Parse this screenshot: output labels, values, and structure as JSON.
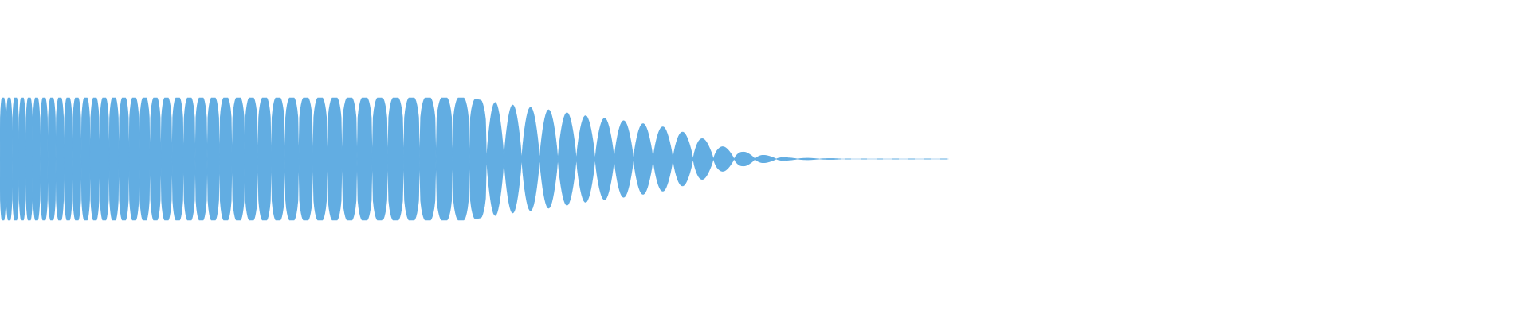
{
  "waveform": {
    "color": "#62ade2",
    "background": "#ffffff",
    "envelope": [
      {
        "t": 0.0,
        "amp": 1.0
      },
      {
        "t": 0.305,
        "amp": 1.0
      },
      {
        "t": 0.33,
        "amp": 0.9
      },
      {
        "t": 0.355,
        "amp": 0.82
      },
      {
        "t": 0.385,
        "amp": 0.7
      },
      {
        "t": 0.41,
        "amp": 0.62
      },
      {
        "t": 0.435,
        "amp": 0.52
      },
      {
        "t": 0.455,
        "amp": 0.38
      },
      {
        "t": 0.47,
        "amp": 0.22
      },
      {
        "t": 0.485,
        "amp": 0.12
      },
      {
        "t": 0.5,
        "amp": 0.06
      },
      {
        "t": 0.515,
        "amp": 0.02
      },
      {
        "t": 0.54,
        "amp": 0.008
      },
      {
        "t": 0.62,
        "amp": 0.004
      }
    ],
    "cycles": 60,
    "end_fraction": 0.62
  }
}
